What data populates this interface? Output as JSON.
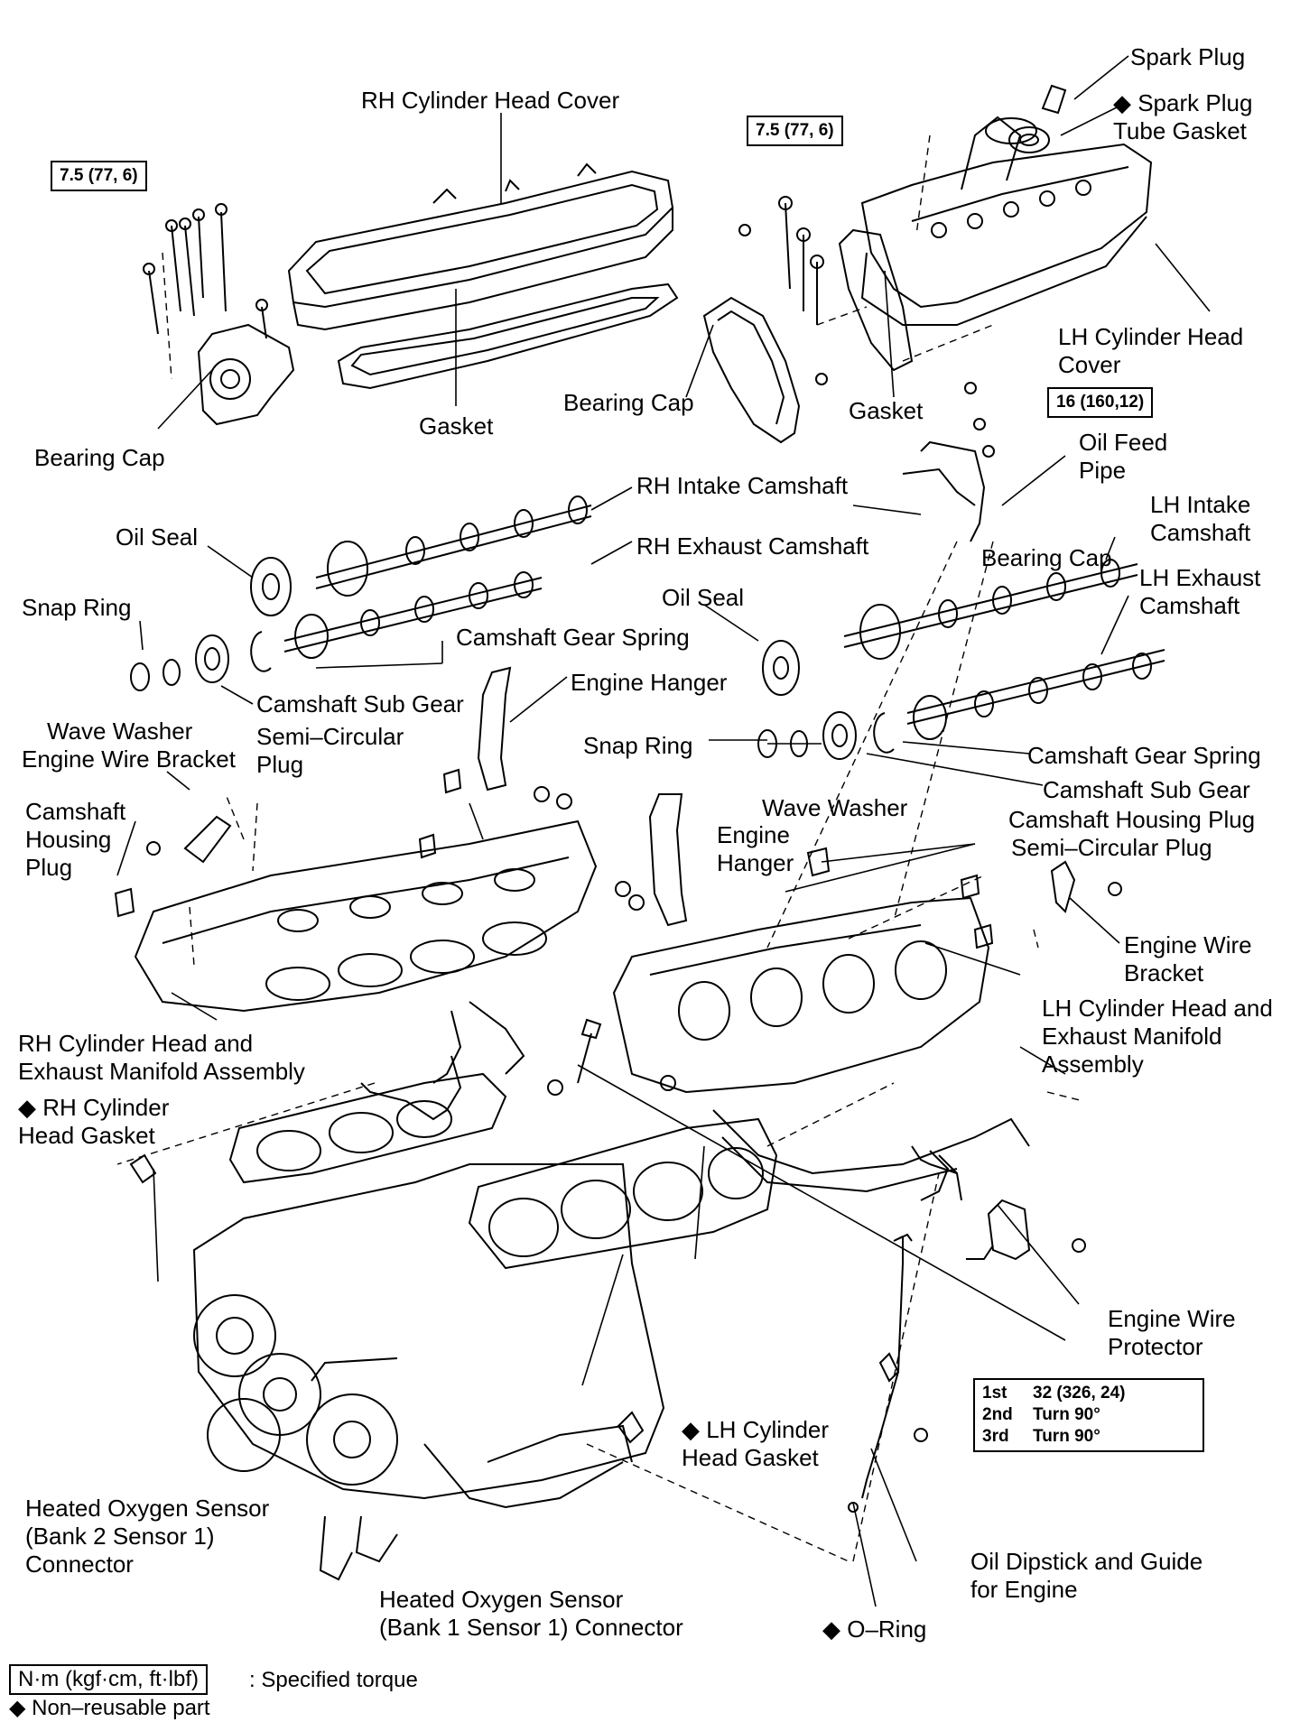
{
  "labels": {
    "spark_plug": [
      "Spark Plug"
    ],
    "spark_plug_tube_gasket": [
      "◆ Spark Plug",
      "Tube Gasket"
    ],
    "rh_cylinder_head_cover": [
      "RH Cylinder Head Cover"
    ],
    "lh_cylinder_head_cover": [
      "LH Cylinder Head",
      "Cover"
    ],
    "gasket_rh": [
      "Gasket"
    ],
    "gasket_lh": [
      "Gasket"
    ],
    "bearing_cap_rh": [
      "Bearing Cap"
    ],
    "bearing_cap_mid": [
      "Bearing Cap"
    ],
    "bearing_cap_lh": [
      "Bearing Cap"
    ],
    "oil_feed_pipe": [
      "Oil Feed",
      "Pipe"
    ],
    "rh_intake_camshaft": [
      "RH Intake Camshaft"
    ],
    "rh_exhaust_camshaft": [
      "RH Exhaust Camshaft"
    ],
    "lh_intake_camshaft": [
      "LH Intake",
      "Camshaft"
    ],
    "lh_exhaust_camshaft": [
      "LH Exhaust",
      "Camshaft"
    ],
    "oil_seal_rh": [
      "Oil Seal"
    ],
    "oil_seal_lh": [
      "Oil Seal"
    ],
    "snap_ring_rh": [
      "Snap Ring"
    ],
    "snap_ring_lh": [
      "Snap Ring"
    ],
    "camshaft_gear_spring_rh": [
      "Camshaft Gear Spring"
    ],
    "camshaft_gear_spring_lh": [
      "Camshaft Gear Spring"
    ],
    "camshaft_sub_gear_rh": [
      "Camshaft Sub Gear"
    ],
    "camshaft_sub_gear_lh": [
      "Camshaft Sub Gear"
    ],
    "wave_washer_rh": [
      "Wave Washer"
    ],
    "wave_washer_lh": [
      "Wave Washer"
    ],
    "engine_wire_bracket_rh": [
      "Engine Wire Bracket"
    ],
    "engine_wire_bracket_lh": [
      "Engine Wire",
      "Bracket"
    ],
    "semi_circular_plug_rh": [
      "Semi–Circular",
      "Plug"
    ],
    "semi_circular_plug_lh": [
      "Semi–Circular Plug"
    ],
    "engine_hanger_rh": [
      "Engine Hanger"
    ],
    "engine_hanger_lh": [
      "Engine",
      "Hanger"
    ],
    "camshaft_housing_plug_rh": [
      "Camshaft",
      "Housing",
      "Plug"
    ],
    "camshaft_housing_plug_lh": [
      "Camshaft Housing Plug"
    ],
    "rh_head_assembly": [
      "RH Cylinder Head and",
      "Exhaust Manifold Assembly"
    ],
    "lh_head_assembly": [
      "LH Cylinder Head and",
      "Exhaust Manifold",
      "Assembly"
    ],
    "rh_head_gasket": [
      "◆ RH Cylinder",
      "Head Gasket"
    ],
    "lh_head_gasket": [
      "◆ LH Cylinder",
      "Head Gasket"
    ],
    "engine_wire_protector": [
      "Engine Wire",
      "Protector"
    ],
    "ho2s_bank2": [
      "Heated Oxygen Sensor",
      "(Bank 2 Sensor 1)",
      "Connector"
    ],
    "ho2s_bank1": [
      "Heated Oxygen Sensor",
      "(Bank 1 Sensor 1) Connector"
    ],
    "oil_dipstick": [
      "Oil Dipstick and Guide",
      "for Engine"
    ],
    "o_ring": [
      "◆ O–Ring"
    ]
  },
  "torque_specs": {
    "rh_bearing_cap": "7.5 (77, 6)",
    "lh_bearing_cap": "7.5 (77, 6)",
    "oil_feed_pipe": "16 (160,12)",
    "head_bolt_steps": [
      {
        "step": "1st",
        "value": "32 (326, 24)"
      },
      {
        "step": "2nd",
        "value": "Turn 90°"
      },
      {
        "step": "3rd",
        "value": "Turn 90°"
      }
    ]
  },
  "legend": {
    "torque_unit": "N·m (kgf·cm, ft·lbf)",
    "torque_desc": ": Specified torque",
    "non_reusable": "◆ Non–reusable part"
  }
}
